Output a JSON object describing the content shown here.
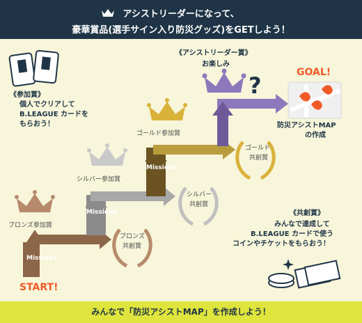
{
  "header": {
    "line1": "アシストリーダーになって、",
    "line2": "豪華賞品(選手サイン入り防災グッズ)をGETしよう！"
  },
  "participation": {
    "title": "《参加賞》",
    "lines": [
      "個人でクリアして",
      "B.LEAGUE カードを",
      "もらおう！"
    ],
    "card_brand": "B.LEAGUE"
  },
  "leader_prize": {
    "title": "《アシストリーダー賞》",
    "subtitle": "お楽しみ"
  },
  "goal": {
    "title": "GOAL!",
    "map_caption": [
      "防災アシストMAP",
      "の作成"
    ]
  },
  "awards": {
    "gold": "ゴールド参加賞",
    "silver": "シルバー参加賞",
    "bronze": "ブロンズ参加賞"
  },
  "badges": {
    "gold": [
      "ゴールド",
      "共創賞"
    ],
    "silver": [
      "シルバー",
      "共創賞"
    ],
    "bronze": [
      "ブロンズ",
      "共創賞"
    ]
  },
  "missions": [
    "Mission1",
    "Mission2",
    "Mission3"
  ],
  "start": "START!",
  "cocreation": {
    "title": "《共創賞》",
    "lines": [
      "みんなで達成して",
      "B.LEAGUE カードで使う",
      "コインやチケットをもらおう！"
    ]
  },
  "footer": {
    "text": "みんなで「防災アシストMAP」を作成しよう！"
  },
  "colors": {
    "header_bg": "#1f3446",
    "footer_bg": "#dfe53c",
    "page_bg": "#f7f5da",
    "bronze": "#8c6648",
    "silver": "#9e9e9e",
    "gold": "#b99d3d",
    "leader": "#8d78bb",
    "goal": "#f05a28"
  }
}
